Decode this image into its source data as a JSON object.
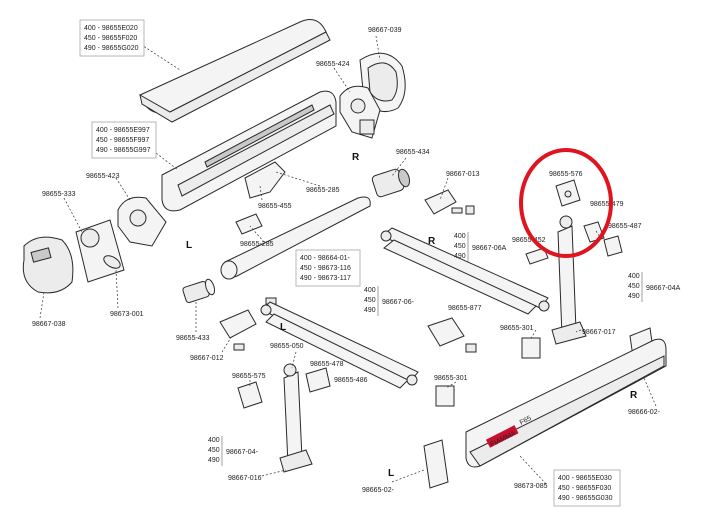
{
  "diagram": {
    "highlight_color": "#e0141e",
    "brand_text": "FIAMMA",
    "brand_suffix": "F65",
    "side_labels": [
      "R",
      "L",
      "R",
      "L",
      "R",
      "L"
    ],
    "labels": {
      "top_box": [
        "400 - 98655E020",
        "450 - 98655F020",
        "490 - 98655G020"
      ],
      "mid_box": [
        "400 - 98655E997",
        "450 - 98655F997",
        "490 - 98655G997"
      ],
      "tube_box": [
        "400 - 98664-01-",
        "450 - 98673-116",
        "490 - 98673-117"
      ],
      "bottom_box": [
        "400 - 98655E030",
        "450 - 98655F030",
        "490 - 98655G030"
      ],
      "arm_r_box": [
        "400",
        "450",
        "490"
      ],
      "arm_r_code": "98667-06A",
      "arm_l_box": [
        "400",
        "450",
        "490"
      ],
      "arm_l_code": "98667-06-",
      "leg_r_box": [
        "400",
        "450",
        "490"
      ],
      "leg_r_code": "98667-04A",
      "leg_l_box": [
        "400",
        "450",
        "490"
      ],
      "leg_l_code": "98667-04-",
      "p98667_039": "98667-039",
      "p98655_424": "98655-424",
      "p98655_285a": "98655-285",
      "p98655_455": "98655-455",
      "p98655_434": "98655-434",
      "p98667_013": "98667-013",
      "p98655_423": "98655-423",
      "p98655_333": "98655-333",
      "p98655_285b": "98655-285",
      "p98667_038": "98667-038",
      "p98673_001": "98673-001",
      "p98655_433": "98655-433",
      "p98667_012": "98667-012",
      "p98655_576a": "98655-576",
      "p98655_479": "98655-479",
      "p98655_487": "98655-487",
      "p98655_452": "98655-452",
      "p98655_877": "98655-877",
      "p98655_301a": "98655-301",
      "p98667_017": "98667-017",
      "p98655_050": "98655-050",
      "p98655_478": "98655-478",
      "p98655_486": "98655-486",
      "p98655_575": "98655-575",
      "p98655_301b": "98655-301",
      "p98667_016": "98667-016",
      "p98665_02": "98665-02-",
      "p98673_085": "98673-085",
      "p98666_02": "98666-02-"
    }
  }
}
